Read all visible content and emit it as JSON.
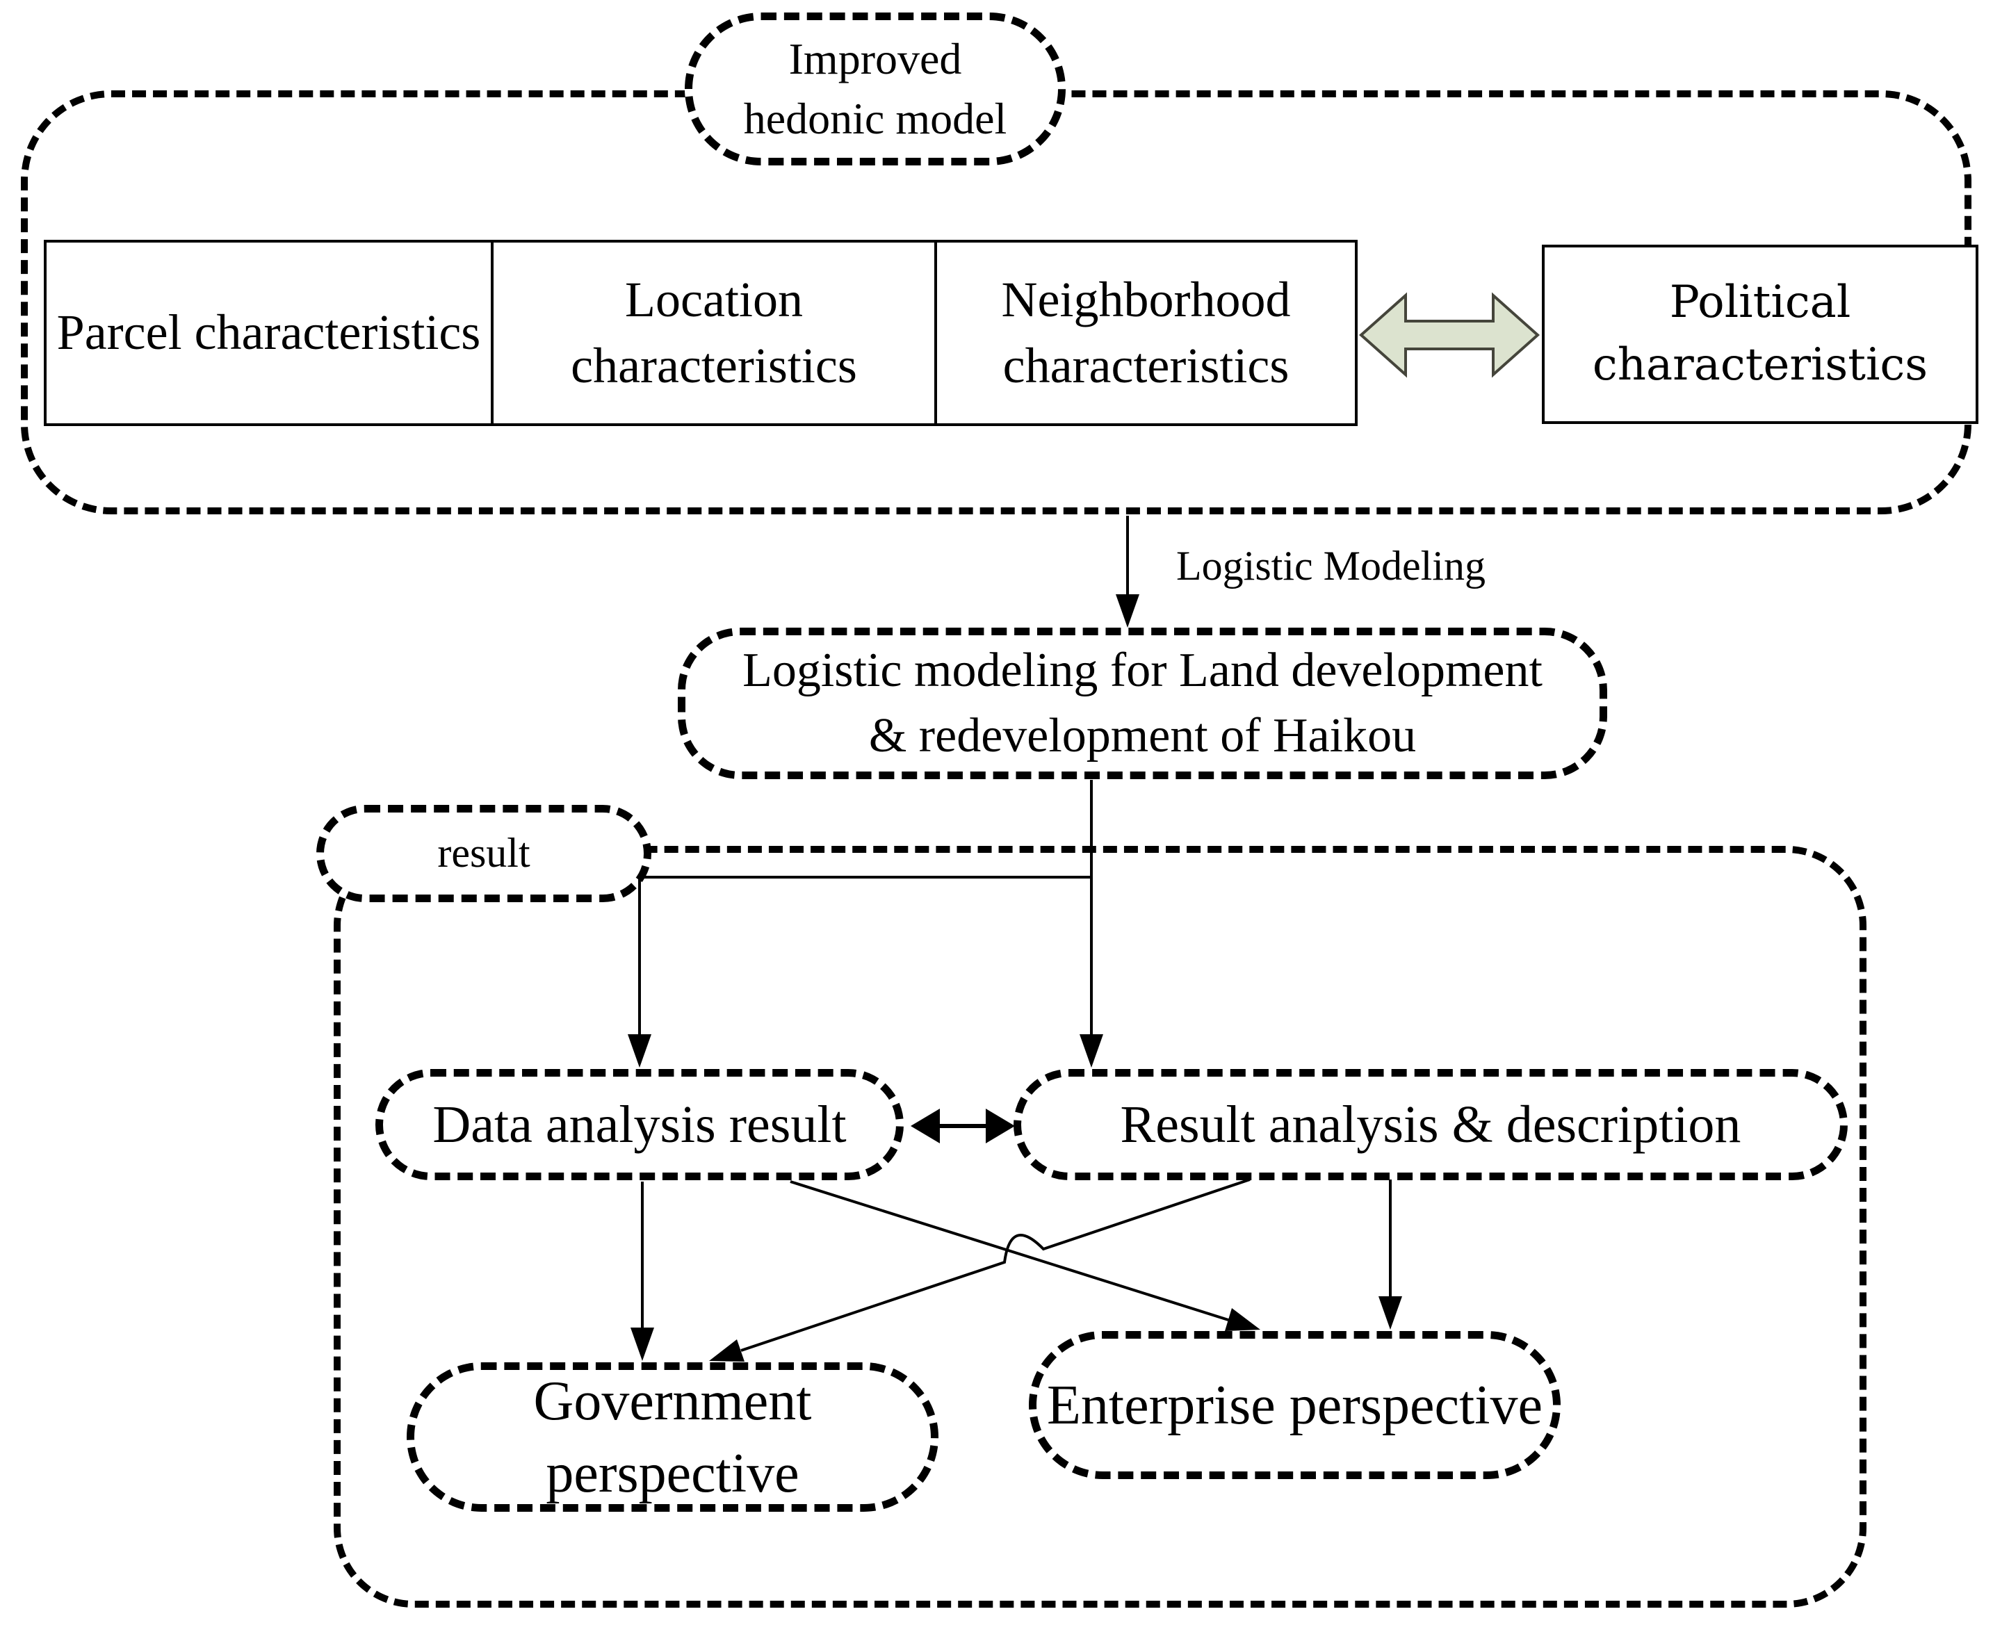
{
  "hedonic": {
    "model_label_lines": [
      "Improved",
      "hedonic model"
    ],
    "boxes": [
      {
        "label": "Parcel characteristics"
      },
      {
        "label": "Location characteristics"
      },
      {
        "label": "Neighborhood characteristics"
      },
      {
        "label": "Political characteristics"
      }
    ]
  },
  "flow": {
    "logistic_arrow_label": "Logistic Modeling",
    "logistic_box_lines": [
      "Logistic modeling for Land development",
      "& redevelopment of Haikou"
    ]
  },
  "results": {
    "section_label": "result",
    "data_analysis": "Data analysis result",
    "result_analysis": "Result analysis & description",
    "government": "Government perspective",
    "enterprise": "Enterprise perspective"
  },
  "colors": {
    "ink": "#000000",
    "background": "#ffffff",
    "double_arrow_fill": "#dce3cf",
    "double_arrow_stroke": "#45453b"
  }
}
